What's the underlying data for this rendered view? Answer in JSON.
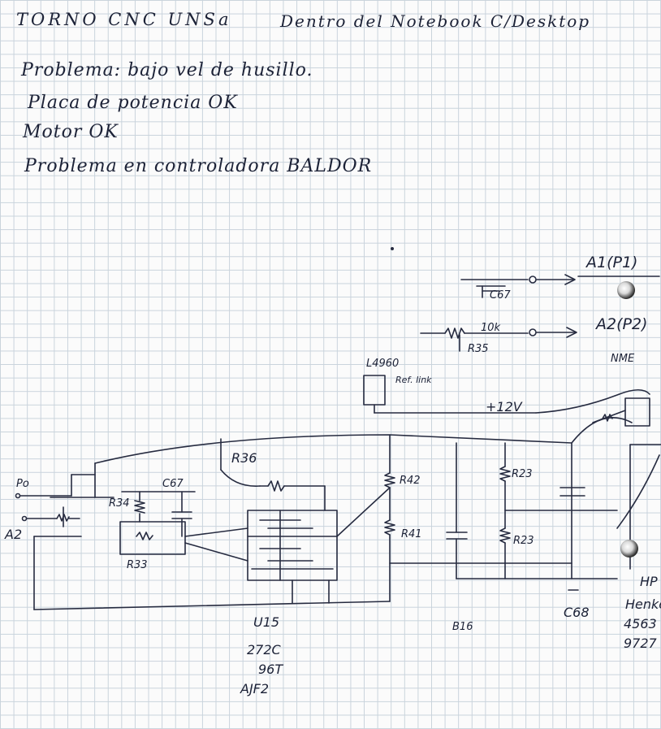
{
  "header": {
    "project": "TORNO CNC UNSa",
    "subtitle": "Dentro del Notebook C/Desktop"
  },
  "notes": [
    "Problema: bajo vel de husillo.",
    "Placa de potencia OK",
    "Motor OK",
    "Problema en controladora BALDOR"
  ],
  "labels": {
    "c67_top": "C67",
    "a1p1": "A1(P1)",
    "r10k": "10k",
    "r35": "R35",
    "a2p2": "A2(P2)",
    "nme": "NME",
    "l4960": "L4960",
    "ref_link": "Ref. link",
    "plus12v": "+12V",
    "r36": "R36",
    "c67": "C67",
    "r34": "R34",
    "r33": "R33",
    "r42": "R42",
    "r41": "R41",
    "r23": "R23",
    "r23b": "R23",
    "po": "Po",
    "a2": "A2",
    "u15": "U15",
    "u15_code1": "272C",
    "u15_code2": "96T",
    "u15_code3": "AJF2",
    "b16": "B16",
    "c68": "C68",
    "hp": "HP",
    "henkel": "Henkel",
    "code_4563": "4563",
    "code_9727": "9727"
  },
  "icons": [
    "binder-hole-icon"
  ]
}
